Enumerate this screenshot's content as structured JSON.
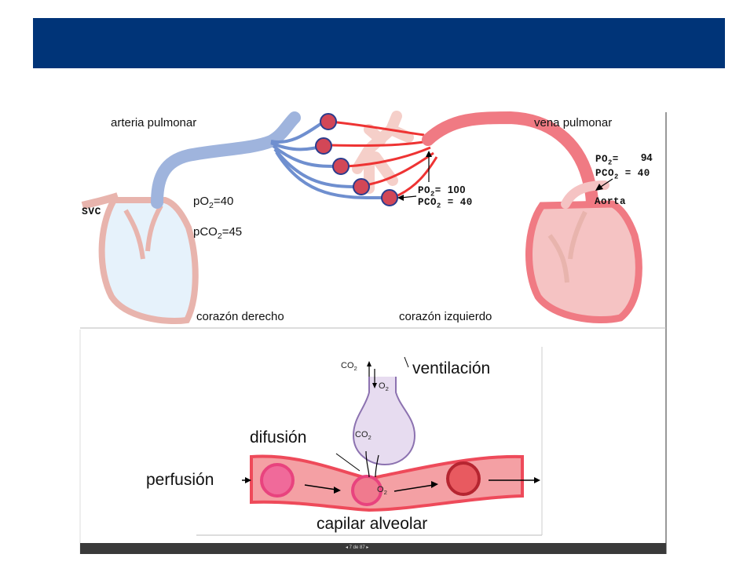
{
  "colors": {
    "header": "#003478",
    "artery_blue": "#9fb4dd",
    "vein_red": "#f07a83",
    "heart_outline": "#e8b4ad",
    "capillary_red": "#ee4a5a",
    "bottom_bar": "#3a3a3a"
  },
  "top_diagram": {
    "label_arteria": "arteria pulmonar",
    "label_vena": "vena pulmonar",
    "label_svc": "SVC",
    "label_po2_left": "pO",
    "label_po2_left_sub": "2",
    "label_po2_left_val": "=40",
    "label_pco2_left": "pCO",
    "label_pco2_left_sub": "2",
    "label_pco2_left_val": "=45",
    "label_center_po2": "PO",
    "label_center_po2_sub": "2",
    "label_center_po2_eq": "=",
    "label_center_po2_val": "100",
    "label_center_pco2": "PCO",
    "label_center_pco2_sub": "2",
    "label_center_pco2_val": "= 40",
    "label_right_po2": "PO",
    "label_right_po2_sub": "2",
    "label_right_po2_eq": "=",
    "label_right_po2_val": "94",
    "label_right_pco2": "PCO",
    "label_right_pco2_sub": "2",
    "label_right_pco2_val": "= 40",
    "label_aorta": "Aorta",
    "label_corazon_derecho": "corazón derecho",
    "label_corazon_izquierdo": "corazón izquierdo"
  },
  "bottom_diagram": {
    "label_ventilacion": "ventilación",
    "label_difusion": "difusión",
    "label_perfusion": "perfusión",
    "label_capilar": "capilar alveolar",
    "gas_co2_top": "CO",
    "gas_co2_top_sub": "2",
    "gas_o2_top": "O",
    "gas_o2_top_sub": "2",
    "gas_co2_alv": "CO",
    "gas_co2_alv_sub": "2",
    "gas_o2_cap": "O",
    "gas_o2_cap_sub": "2"
  },
  "footer": {
    "page_indicator": "◂ 7 de 87 ▸"
  }
}
